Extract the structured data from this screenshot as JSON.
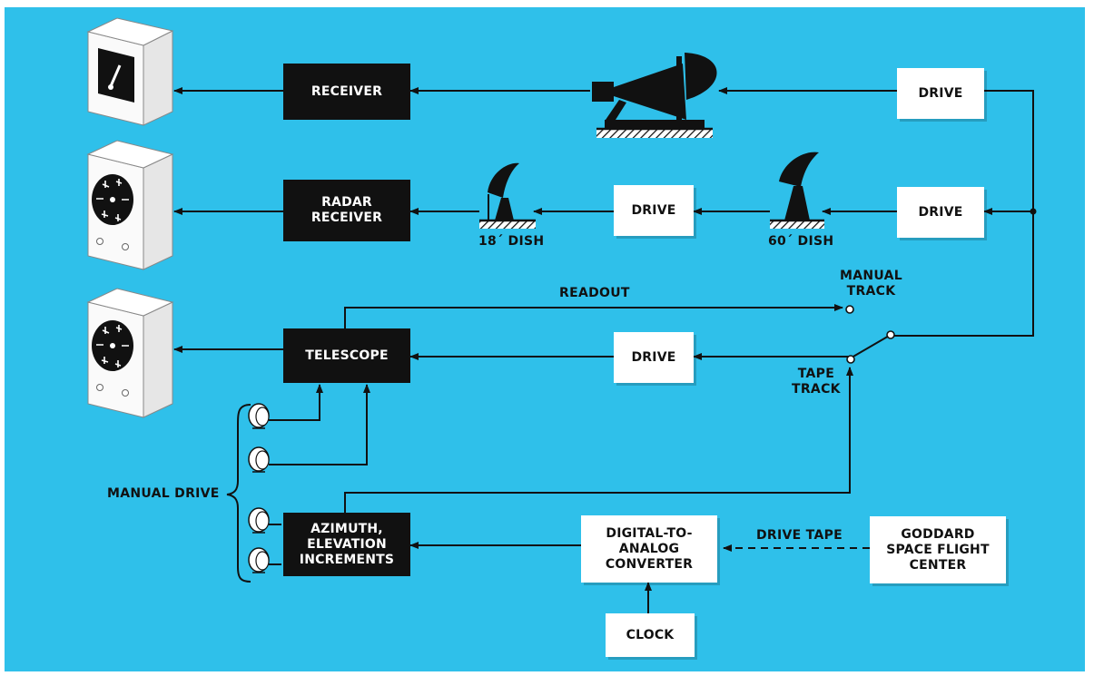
{
  "colors": {
    "background": "#2fc0ea",
    "block_dark": "#111111",
    "block_light": "#ffffff",
    "line": "#111111"
  },
  "blocks": {
    "receiver": "RECEIVER",
    "radar_receiver": "RADAR\nRECEIVER",
    "telescope": "TELESCOPE",
    "az_el": "AZIMUTH,\nELEVATION\nINCREMENTS",
    "drive_1": "DRIVE",
    "drive_2": "DRIVE",
    "drive_3": "DRIVE",
    "drive_4": "DRIVE",
    "dac": "DIGITAL-TO-\nANALOG\nCONVERTER",
    "clock": "CLOCK",
    "goddard": "GODDARD\nSPACE FLIGHT\nCENTER"
  },
  "labels": {
    "dish_18": "18´ DISH",
    "dish_60": "60´ DISH",
    "readout": "READOUT",
    "manual_track": "MANUAL\nTRACK",
    "tape_track": "TAPE\nTRACK",
    "manual_drive": "MANUAL DRIVE",
    "drive_tape": "DRIVE TAPE"
  },
  "icons": [
    "meter-display-icon",
    "radar-scope-icon",
    "scope-display-icon",
    "horn-antenna-icon",
    "dish-antenna-icon",
    "knob-icon",
    "switch-icon"
  ]
}
